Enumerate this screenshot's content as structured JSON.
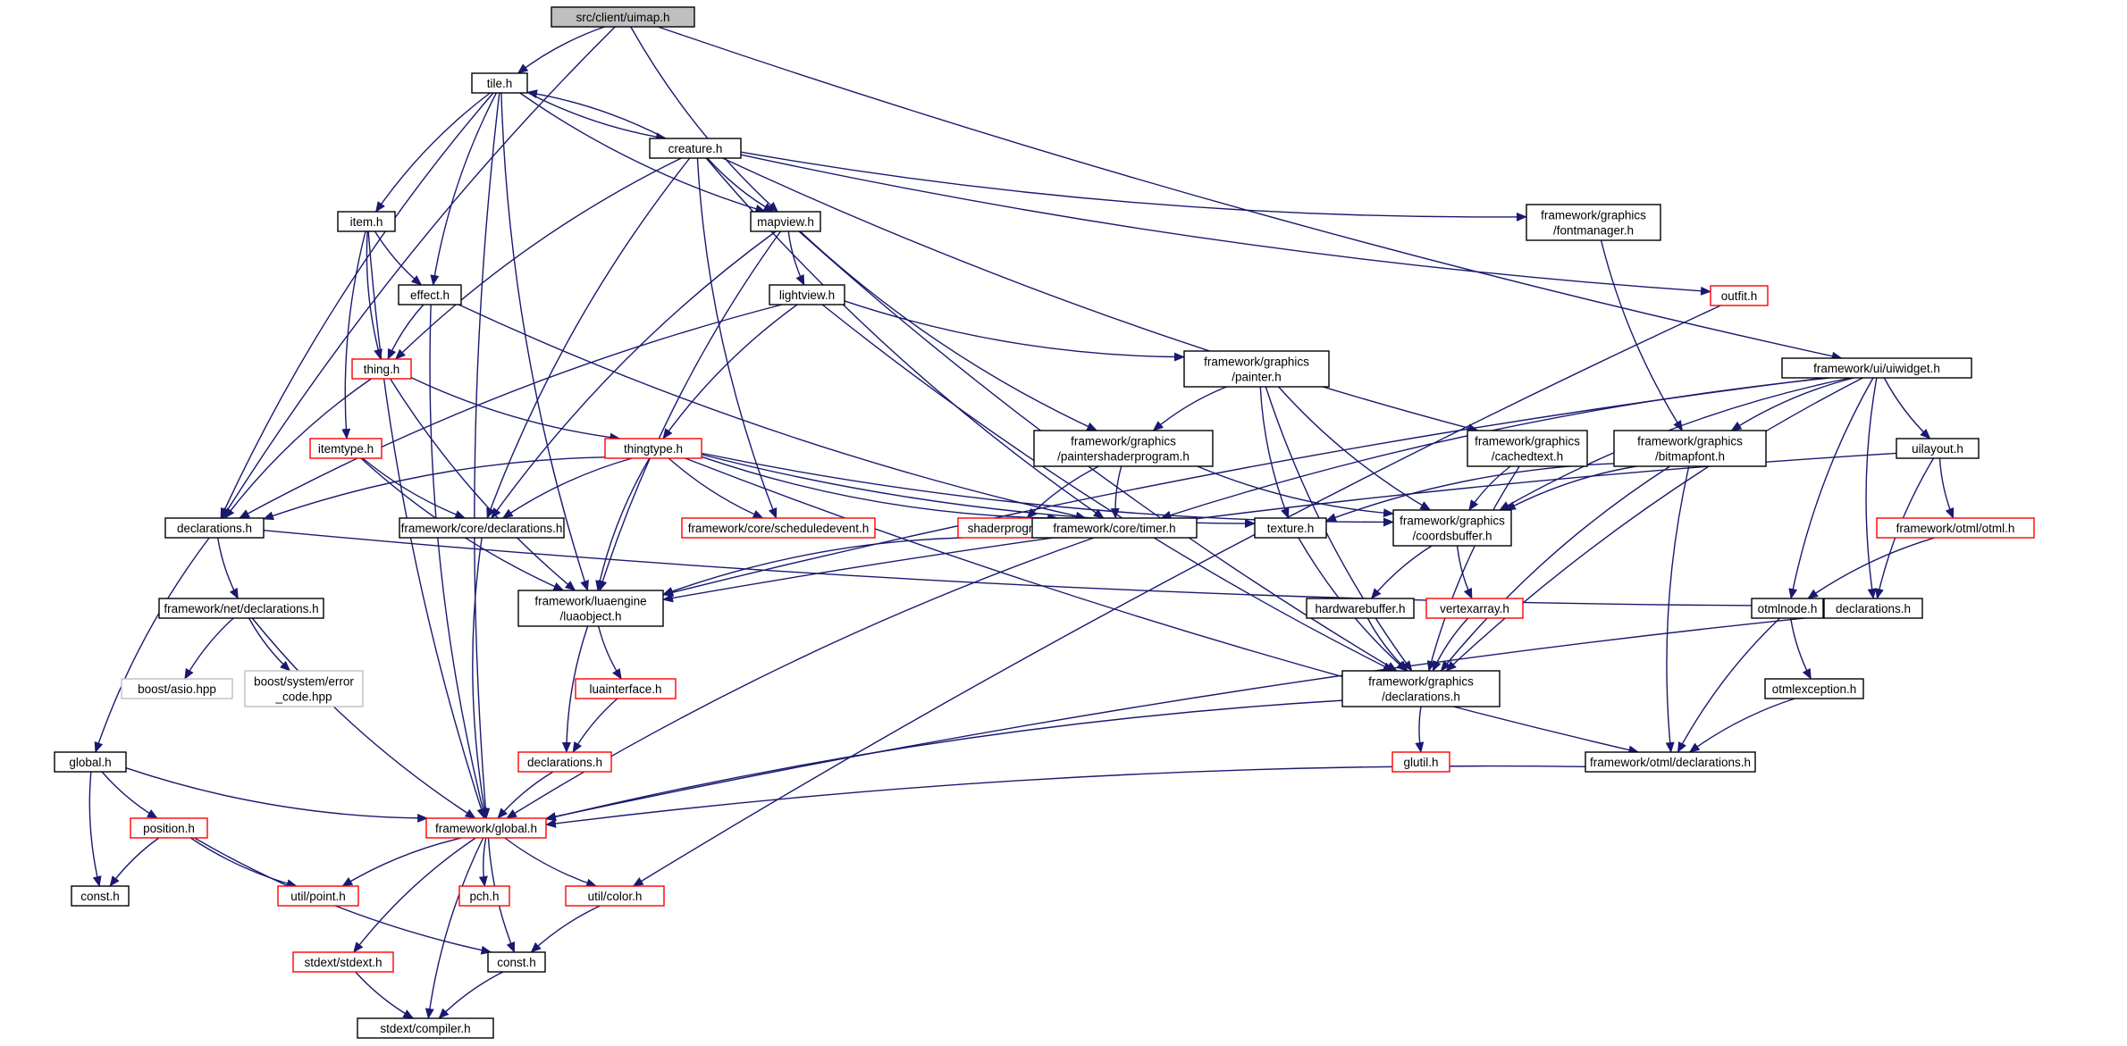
{
  "colors": {
    "edge": "#191970",
    "border_black": "#000000",
    "border_red": "#ff0000",
    "border_gray": "#bfbfbf",
    "root_fill": "#bfbfbf",
    "node_fill": "#ffffff",
    "background": "#ffffff"
  },
  "nodes": [
    {
      "id": "uimap",
      "lines": [
        "src/client/uimap.h"
      ],
      "style": "root"
    },
    {
      "id": "tile",
      "lines": [
        "tile.h"
      ],
      "style": "black"
    },
    {
      "id": "creature",
      "lines": [
        "creature.h"
      ],
      "style": "black"
    },
    {
      "id": "item",
      "lines": [
        "item.h"
      ],
      "style": "black"
    },
    {
      "id": "mapview",
      "lines": [
        "mapview.h"
      ],
      "style": "black"
    },
    {
      "id": "effect",
      "lines": [
        "effect.h"
      ],
      "style": "black"
    },
    {
      "id": "lightview",
      "lines": [
        "lightview.h"
      ],
      "style": "black"
    },
    {
      "id": "fontmanager",
      "lines": [
        "framework/graphics",
        "/fontmanager.h"
      ],
      "style": "black"
    },
    {
      "id": "outfit",
      "lines": [
        "outfit.h"
      ],
      "style": "red"
    },
    {
      "id": "thing",
      "lines": [
        "thing.h"
      ],
      "style": "red"
    },
    {
      "id": "painter",
      "lines": [
        "framework/graphics",
        "/painter.h"
      ],
      "style": "black"
    },
    {
      "id": "uiwidget",
      "lines": [
        "framework/ui/uiwidget.h"
      ],
      "style": "black"
    },
    {
      "id": "itemtype",
      "lines": [
        "itemtype.h"
      ],
      "style": "red"
    },
    {
      "id": "thingtype",
      "lines": [
        "thingtype.h"
      ],
      "style": "red"
    },
    {
      "id": "paintershader",
      "lines": [
        "framework/graphics",
        "/paintershaderprogram.h"
      ],
      "style": "black"
    },
    {
      "id": "cachedtext",
      "lines": [
        "framework/graphics",
        "/cachedtext.h"
      ],
      "style": "black"
    },
    {
      "id": "bitmapfont",
      "lines": [
        "framework/graphics",
        "/bitmapfont.h"
      ],
      "style": "black"
    },
    {
      "id": "uilayout",
      "lines": [
        "uilayout.h"
      ],
      "style": "black"
    },
    {
      "id": "declarations_client",
      "lines": [
        "declarations.h"
      ],
      "style": "black"
    },
    {
      "id": "core_declarations",
      "lines": [
        "framework/core/declarations.h"
      ],
      "style": "black"
    },
    {
      "id": "scheduledevent",
      "lines": [
        "framework/core/scheduledevent.h"
      ],
      "style": "red"
    },
    {
      "id": "shaderprogram",
      "lines": [
        "shaderprogram.h"
      ],
      "style": "red"
    },
    {
      "id": "timer",
      "lines": [
        "framework/core/timer.h"
      ],
      "style": "black"
    },
    {
      "id": "texture",
      "lines": [
        "texture.h"
      ],
      "style": "black"
    },
    {
      "id": "coordsbuffer",
      "lines": [
        "framework/graphics",
        "/coordsbuffer.h"
      ],
      "style": "black"
    },
    {
      "id": "otml",
      "lines": [
        "framework/otml/otml.h"
      ],
      "style": "red"
    },
    {
      "id": "net_declarations",
      "lines": [
        "framework/net/declarations.h"
      ],
      "style": "black"
    },
    {
      "id": "luaobject",
      "lines": [
        "framework/luaengine",
        "/luaobject.h"
      ],
      "style": "black"
    },
    {
      "id": "hardwarebuffer",
      "lines": [
        "hardwarebuffer.h"
      ],
      "style": "black"
    },
    {
      "id": "vertexarray",
      "lines": [
        "vertexarray.h"
      ],
      "style": "red"
    },
    {
      "id": "otmlnode",
      "lines": [
        "otmlnode.h"
      ],
      "style": "black"
    },
    {
      "id": "ui_declarations",
      "lines": [
        "declarations.h"
      ],
      "style": "black"
    },
    {
      "id": "boost_asio",
      "lines": [
        "boost/asio.hpp"
      ],
      "style": "gray"
    },
    {
      "id": "boost_error",
      "lines": [
        "boost/system/error",
        "_code.hpp"
      ],
      "style": "gray"
    },
    {
      "id": "luainterface",
      "lines": [
        "luainterface.h"
      ],
      "style": "red"
    },
    {
      "id": "graphics_declarations",
      "lines": [
        "framework/graphics",
        "/declarations.h"
      ],
      "style": "black"
    },
    {
      "id": "otmlexception",
      "lines": [
        "otmlexception.h"
      ],
      "style": "black"
    },
    {
      "id": "global_client",
      "lines": [
        "global.h"
      ],
      "style": "black"
    },
    {
      "id": "lua_declarations",
      "lines": [
        "declarations.h"
      ],
      "style": "red"
    },
    {
      "id": "glutil",
      "lines": [
        "glutil.h"
      ],
      "style": "red"
    },
    {
      "id": "otml_declarations",
      "lines": [
        "framework/otml/declarations.h"
      ],
      "style": "black"
    },
    {
      "id": "position",
      "lines": [
        "position.h"
      ],
      "style": "red"
    },
    {
      "id": "framework_global",
      "lines": [
        "framework/global.h"
      ],
      "style": "red"
    },
    {
      "id": "const_client",
      "lines": [
        "const.h"
      ],
      "style": "black"
    },
    {
      "id": "point",
      "lines": [
        "util/point.h"
      ],
      "style": "red"
    },
    {
      "id": "pch",
      "lines": [
        "pch.h"
      ],
      "style": "red"
    },
    {
      "id": "color",
      "lines": [
        "util/color.h"
      ],
      "style": "red"
    },
    {
      "id": "stdext",
      "lines": [
        "stdext/stdext.h"
      ],
      "style": "red"
    },
    {
      "id": "const_fw",
      "lines": [
        "const.h"
      ],
      "style": "black"
    },
    {
      "id": "compiler",
      "lines": [
        "stdext/compiler.h"
      ],
      "style": "black"
    }
  ],
  "edges": [
    [
      "uimap",
      "tile"
    ],
    [
      "uimap",
      "mapview"
    ],
    [
      "uimap",
      "declarations_client"
    ],
    [
      "uimap",
      "uiwidget"
    ],
    [
      "tile",
      "creature"
    ],
    [
      "tile",
      "item"
    ],
    [
      "tile",
      "effect"
    ],
    [
      "tile",
      "mapview"
    ],
    [
      "tile",
      "declarations_client"
    ],
    [
      "tile",
      "luaobject"
    ],
    [
      "tile",
      "framework_global"
    ],
    [
      "creature",
      "tile"
    ],
    [
      "creature",
      "mapview"
    ],
    [
      "creature",
      "thing"
    ],
    [
      "creature",
      "fontmanager"
    ],
    [
      "creature",
      "outfit"
    ],
    [
      "creature",
      "cachedtext"
    ],
    [
      "creature",
      "core_declarations"
    ],
    [
      "creature",
      "scheduledevent"
    ],
    [
      "creature",
      "timer"
    ],
    [
      "item",
      "effect"
    ],
    [
      "item",
      "thing"
    ],
    [
      "item",
      "itemtype"
    ],
    [
      "item",
      "framework_global"
    ],
    [
      "effect",
      "thing"
    ],
    [
      "effect",
      "timer"
    ],
    [
      "effect",
      "framework_global"
    ],
    [
      "mapview",
      "lightview"
    ],
    [
      "mapview",
      "paintershader"
    ],
    [
      "mapview",
      "graphics_declarations"
    ],
    [
      "mapview",
      "luaobject"
    ],
    [
      "mapview",
      "core_declarations"
    ],
    [
      "lightview",
      "thingtype"
    ],
    [
      "lightview",
      "painter"
    ],
    [
      "lightview",
      "declarations_client"
    ],
    [
      "lightview",
      "graphics_declarations"
    ],
    [
      "fontmanager",
      "bitmapfont"
    ],
    [
      "outfit",
      "color"
    ],
    [
      "thing",
      "thingtype"
    ],
    [
      "thing",
      "declarations_client"
    ],
    [
      "thing",
      "luaobject"
    ],
    [
      "itemtype",
      "core_declarations"
    ],
    [
      "itemtype",
      "luaobject"
    ],
    [
      "thingtype",
      "declarations_client"
    ],
    [
      "thingtype",
      "core_declarations"
    ],
    [
      "thingtype",
      "scheduledevent"
    ],
    [
      "thingtype",
      "texture"
    ],
    [
      "thingtype",
      "coordsbuffer"
    ],
    [
      "thingtype",
      "luaobject"
    ],
    [
      "thingtype",
      "otml_declarations"
    ],
    [
      "thingtype",
      "timer"
    ],
    [
      "painter",
      "paintershader"
    ],
    [
      "painter",
      "texture"
    ],
    [
      "painter",
      "coordsbuffer"
    ],
    [
      "painter",
      "graphics_declarations"
    ],
    [
      "paintershader",
      "shaderprogram"
    ],
    [
      "paintershader",
      "coordsbuffer"
    ],
    [
      "paintershader",
      "timer"
    ],
    [
      "uiwidget",
      "uilayout"
    ],
    [
      "uiwidget",
      "bitmapfont"
    ],
    [
      "uiwidget",
      "coordsbuffer"
    ],
    [
      "uiwidget",
      "timer"
    ],
    [
      "uiwidget",
      "luaobject"
    ],
    [
      "uiwidget",
      "otmlnode"
    ],
    [
      "uiwidget",
      "ui_declarations"
    ],
    [
      "uiwidget",
      "graphics_declarations"
    ],
    [
      "cachedtext",
      "coordsbuffer"
    ],
    [
      "cachedtext",
      "graphics_declarations"
    ],
    [
      "bitmapfont",
      "texture"
    ],
    [
      "bitmapfont",
      "coordsbuffer"
    ],
    [
      "bitmapfont",
      "graphics_declarations"
    ],
    [
      "bitmapfont",
      "otml_declarations"
    ],
    [
      "uilayout",
      "otml"
    ],
    [
      "uilayout",
      "luaobject"
    ],
    [
      "uilayout",
      "ui_declarations"
    ],
    [
      "otml",
      "otmlnode"
    ],
    [
      "declarations_client",
      "net_declarations"
    ],
    [
      "declarations_client",
      "global_client"
    ],
    [
      "declarations_client",
      "ui_declarations"
    ],
    [
      "core_declarations",
      "framework_global"
    ],
    [
      "shaderprogram",
      "luaobject"
    ],
    [
      "timer",
      "framework_global"
    ],
    [
      "texture",
      "graphics_declarations"
    ],
    [
      "coordsbuffer",
      "hardwarebuffer"
    ],
    [
      "coordsbuffer",
      "vertexarray"
    ],
    [
      "net_declarations",
      "boost_asio"
    ],
    [
      "net_declarations",
      "boost_error"
    ],
    [
      "net_declarations",
      "framework_global"
    ],
    [
      "luaobject",
      "luainterface"
    ],
    [
      "luaobject",
      "lua_declarations"
    ],
    [
      "hardwarebuffer",
      "graphics_declarations"
    ],
    [
      "vertexarray",
      "graphics_declarations"
    ],
    [
      "otmlnode",
      "otmlexception"
    ],
    [
      "otmlnode",
      "otml_declarations"
    ],
    [
      "ui_declarations",
      "framework_global"
    ],
    [
      "luainterface",
      "lua_declarations"
    ],
    [
      "graphics_declarations",
      "glutil"
    ],
    [
      "graphics_declarations",
      "framework_global"
    ],
    [
      "otmlexception",
      "otml_declarations"
    ],
    [
      "global_client",
      "position"
    ],
    [
      "global_client",
      "const_client"
    ],
    [
      "global_client",
      "framework_global"
    ],
    [
      "lua_declarations",
      "framework_global"
    ],
    [
      "otml_declarations",
      "framework_global"
    ],
    [
      "position",
      "const_client"
    ],
    [
      "position",
      "point"
    ],
    [
      "position",
      "const_fw"
    ],
    [
      "framework_global",
      "point"
    ],
    [
      "framework_global",
      "pch"
    ],
    [
      "framework_global",
      "color"
    ],
    [
      "framework_global",
      "stdext"
    ],
    [
      "framework_global",
      "const_fw"
    ],
    [
      "framework_global",
      "compiler"
    ],
    [
      "color",
      "const_fw"
    ],
    [
      "stdext",
      "compiler"
    ],
    [
      "const_fw",
      "compiler"
    ]
  ]
}
